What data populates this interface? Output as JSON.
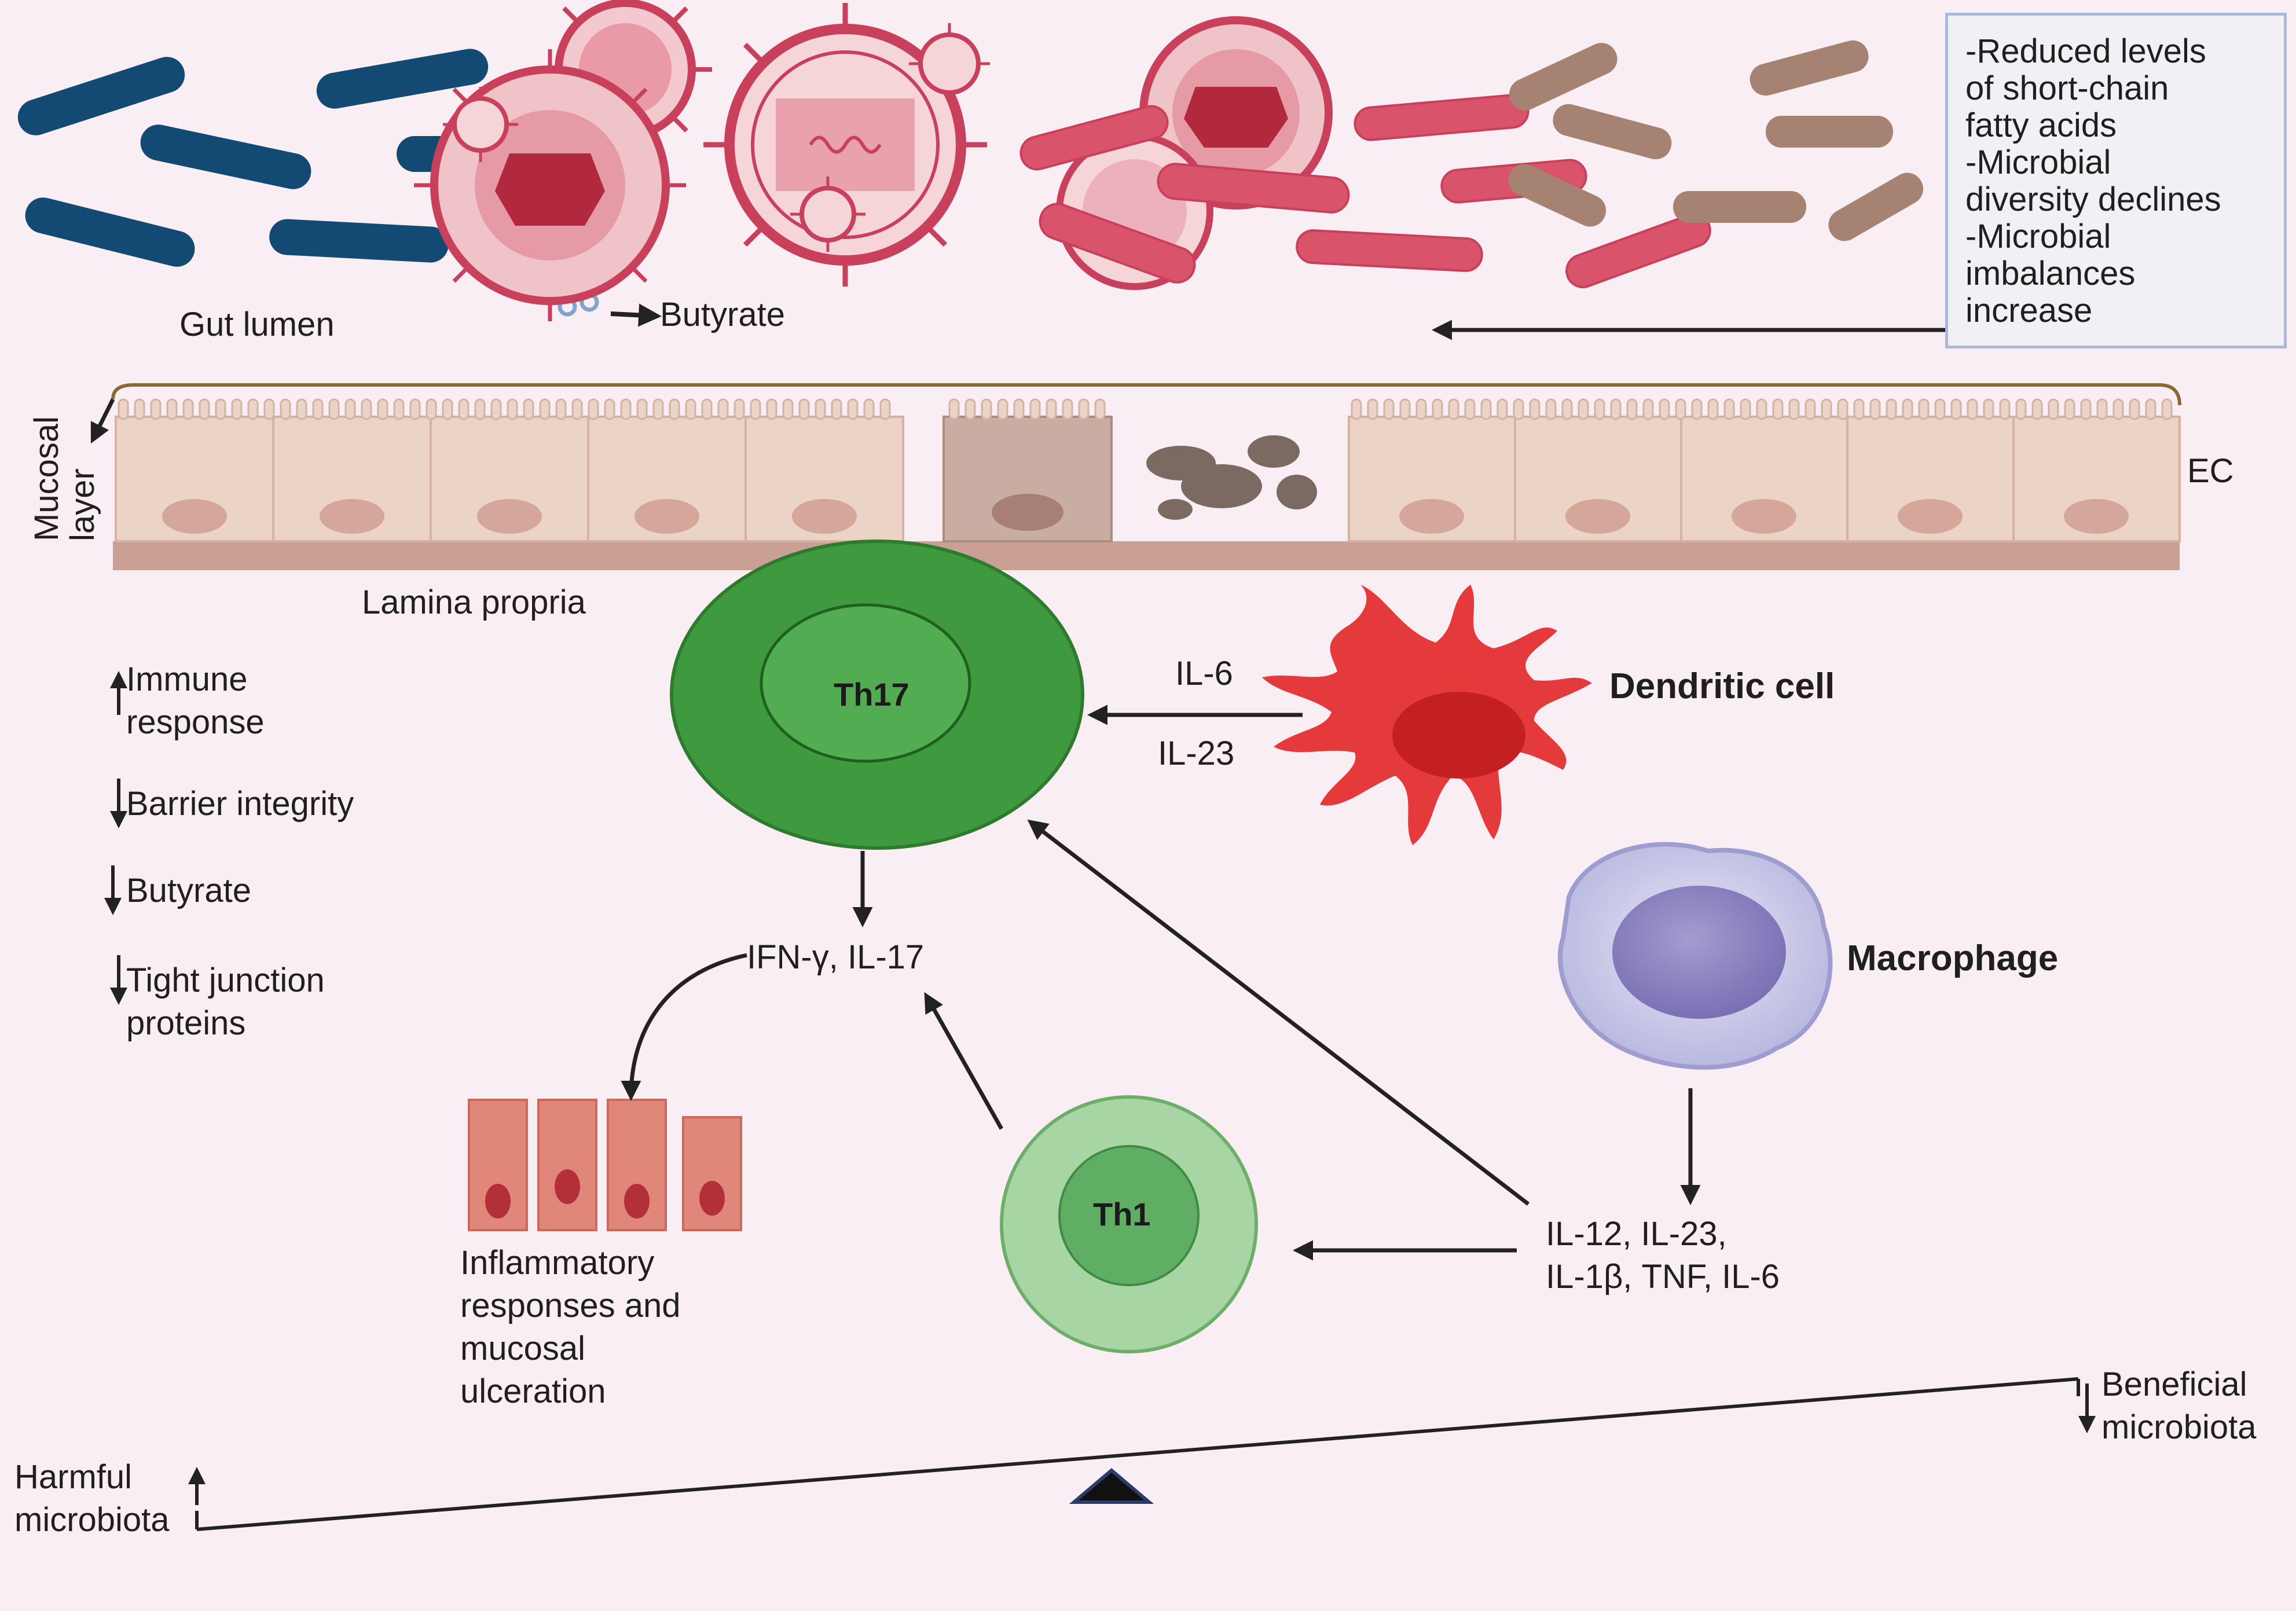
{
  "colors": {
    "background": "#f9eef3",
    "commensal_bacteria": "#124a73",
    "pathogen_bacteria": "#d9536a",
    "brown_bacteria": "#a58272",
    "virus": "#c8405c",
    "epithelium": "#ebd3c6",
    "th17": "#3f9a3f",
    "th1": "#a8d5a4",
    "dendritic_cell": "#e43a3c",
    "macrophage": "#c9c9e8",
    "arrow": "#222222"
  },
  "labels": {
    "gut_lumen": "Gut lumen",
    "butyrate_product": "Butyrate",
    "mucosal_layer": "Mucosal\nlayer",
    "ec": "EC",
    "lamina_propria": "Lamina propria",
    "th17": "Th17",
    "th1": "Th1",
    "dendritic_cell": "Dendritic cell",
    "macrophage": "Macrophage",
    "il6": "IL-6",
    "il23": "IL-23",
    "ifn_il17": "IFN-γ, IL-17",
    "macrophage_cytokines": "IL-12, IL-23,\nIL-1β, TNF, IL-6",
    "inflammatory": "Inflammatory\nresponses and\nmucosal\nulceration",
    "harmful_microbiota": "Harmful\nmicrobiota",
    "beneficial_microbiota": "Beneficial\nmicrobiota"
  },
  "note_box": {
    "text": "-Reduced levels\nof short-chain\nfatty acids\n-Microbial\ndiversity declines\n-Microbial\nimbalances\nincrease"
  },
  "effects": [
    {
      "direction": "up",
      "text": "Immune\nresponse"
    },
    {
      "direction": "down",
      "text": "Barrier integrity"
    },
    {
      "direction": "down",
      "text": "Butyrate"
    },
    {
      "direction": "down",
      "text": "Tight junction\nproteins"
    }
  ]
}
